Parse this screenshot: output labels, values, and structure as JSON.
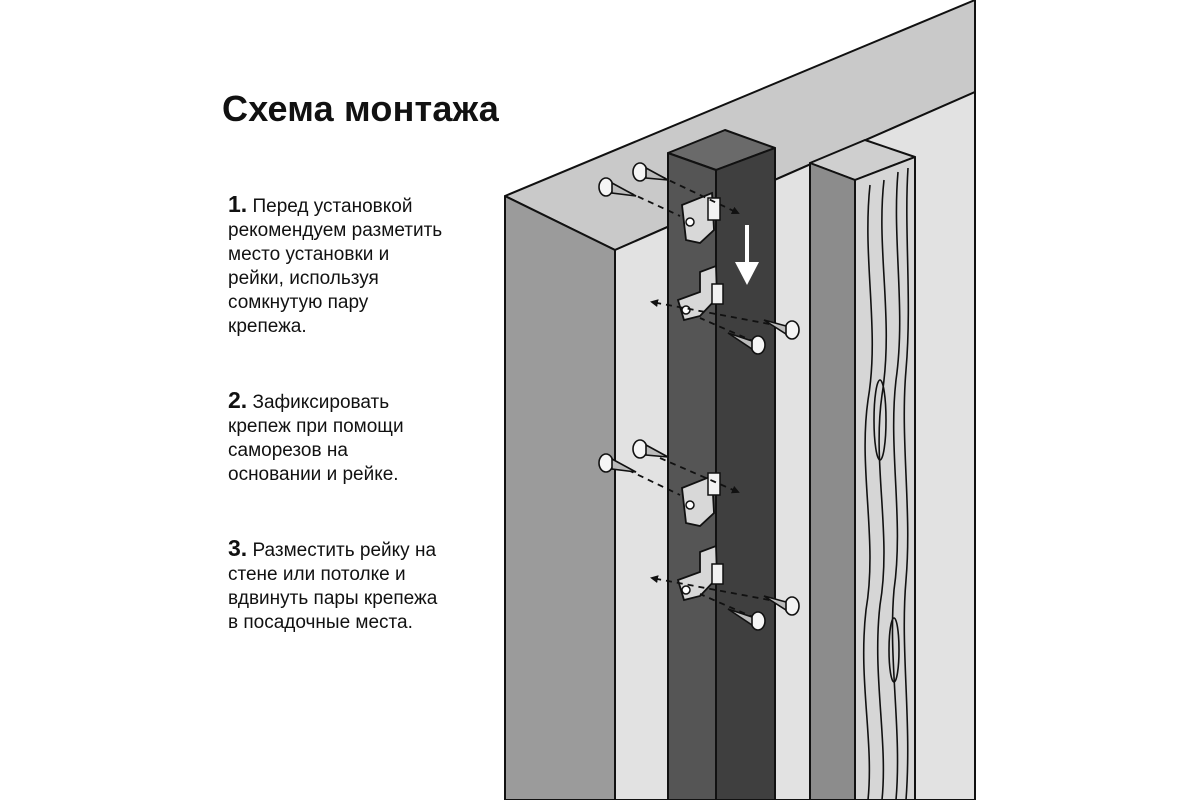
{
  "title": "Схема монтажа",
  "steps": [
    {
      "number": "1.",
      "text": "Перед установкой\nрекомендуем разметить\nместо установки и\nрейки, используя\nсомкнутую пару\nкрепежа."
    },
    {
      "number": "2.",
      "text": "Зафиксировать\nкрепеж при помощи\nсаморезов на\nосновании и рейке."
    },
    {
      "number": "3.",
      "text": "Разместить рейку на\nстене или потолке и\nвдвинуть пары крепежа\nв посадочные места."
    }
  ],
  "colors": {
    "background": "#ffffff",
    "wall_top": "#c9c9c9",
    "wall_front": "#e2e2e2",
    "wall_side": "#9b9b9b",
    "rail_front": "#555555",
    "rail_side": "#3f3f3f",
    "plank_side": "#8c8c8c",
    "plank_face": "#d6d6d6",
    "text": "#111111"
  }
}
